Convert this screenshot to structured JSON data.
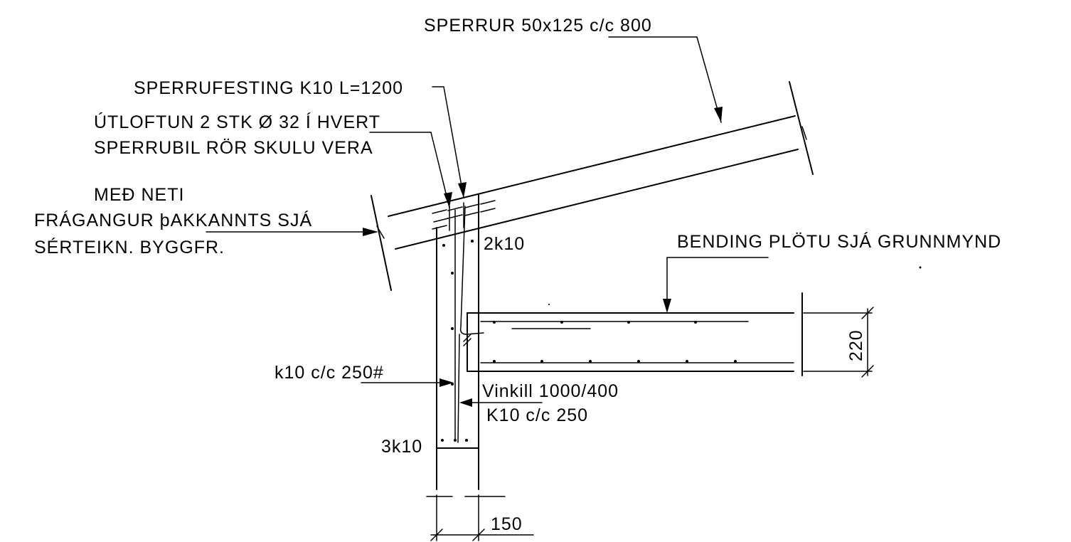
{
  "labels": {
    "rafters": "SPERRUR 50x125 c/c 800",
    "rafter_fixing": "SPERRUFESTING K10 L=1200",
    "vent_line1": "ÚTLOFTUN 2 STK Ø 32 Í HVERT",
    "vent_line2": "SPERRUBIL RÖR SKULU VERA",
    "vent_line3": "MEÐ NETI",
    "fascia_line1": "FRÁGANGUR þAKKANNTS SJÁ",
    "fascia_line2": "SÉRTEIKN. BYGGFR.",
    "top_bars": "2k10",
    "slab_bending": "BENDING PLÖTU SJÁ GRUNNMYND",
    "slab_thickness": "220",
    "wall_mesh": "k10 c/c 250#",
    "angle_bar": "Vinkill 1000/400",
    "angle_bar_spacing": "K10 c/c 250",
    "bottom_bars": "3k10",
    "wall_thickness": "150"
  }
}
